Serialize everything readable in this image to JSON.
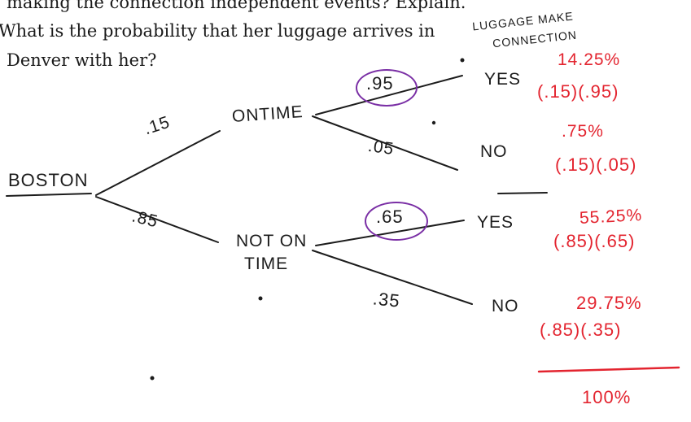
{
  "question": {
    "line1": "making the connection independent events? Explain.",
    "line2": "What is the probability that her luggage arrives in",
    "line3": "Denver with her?"
  },
  "header_note": {
    "line1": "LUGGAGE MAKE",
    "line2": "CONNECTION"
  },
  "tree": {
    "root": "BOSTON",
    "branches": [
      {
        "label": "ONTIME",
        "prob": ".15",
        "outcomes": [
          {
            "label": "YES",
            "prob": ".95",
            "circled": true,
            "percent": "14.25%",
            "calc": "(.15)(.95)"
          },
          {
            "label": "NO",
            "prob": ".05",
            "circled": false,
            "percent": ".75%",
            "calc": "(.15)(.05)"
          }
        ]
      },
      {
        "label_line1": "NOT ON",
        "label_line2": "TIME",
        "prob": ".85",
        "outcomes": [
          {
            "label": "YES",
            "prob": ".65",
            "circled": true,
            "percent": "55.25%",
            "calc": "(.85)(.65)"
          },
          {
            "label": "NO",
            "prob": ".35",
            "circled": false,
            "percent": "29.75%",
            "calc": "(.85)(.35)"
          }
        ]
      }
    ]
  },
  "total": "100%",
  "colors": {
    "pencil": "#1c1c1c",
    "red_ink": "#e3242f",
    "purple_circle": "#7a2fa5"
  }
}
